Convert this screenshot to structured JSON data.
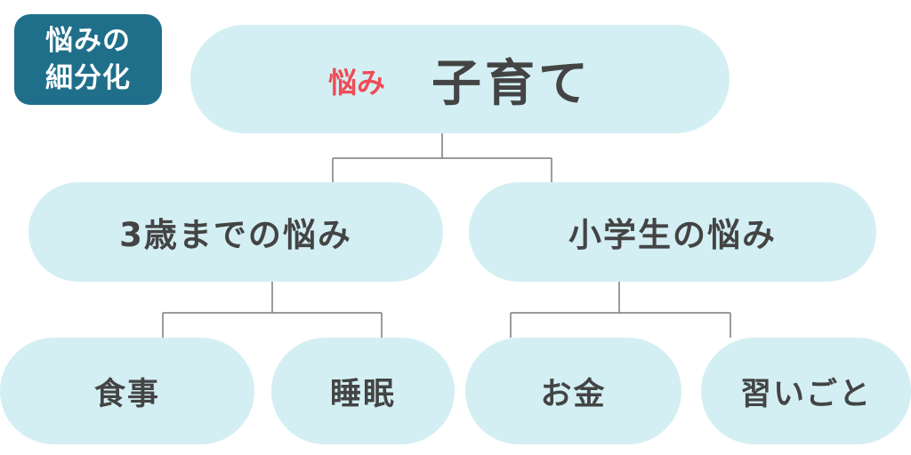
{
  "badge": {
    "line1": "悩みの",
    "line2": "細分化",
    "color": "#1f6f8b"
  },
  "root": {
    "tag": "悩み",
    "title": "子育て",
    "tag_color": "#ef4b55",
    "fill": "#d3eff3"
  },
  "level2": [
    {
      "label": "3歳までの悩み",
      "children": [
        "食事",
        "睡眠"
      ]
    },
    {
      "label": "小学生の悩み",
      "children": [
        "お金",
        "習いごと"
      ]
    }
  ],
  "connector_color": "#777777"
}
